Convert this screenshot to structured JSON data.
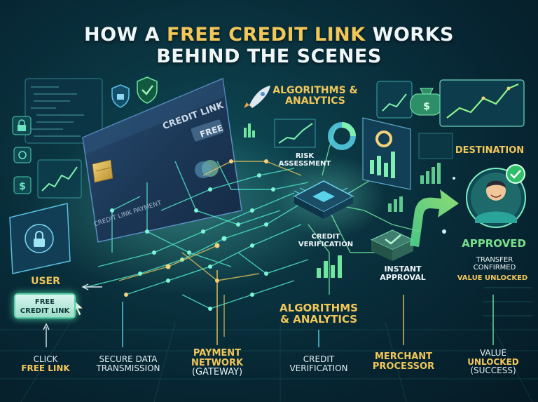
{
  "title": {
    "line1_white_a": "HOW A ",
    "line1_gold": "FREE CREDIT LINK",
    "line1_white_b": " WORKS",
    "line2": "BEHIND THE SCENES"
  },
  "card": {
    "name": "CREDIT LINK",
    "free_tag": "FREE",
    "footer": "CREDIT LINK PAYMENT"
  },
  "top_section": {
    "algorithms_line1": "ALGORITHMS &",
    "algorithms_line2": "ANALYTICS",
    "risk_line1": "RISK",
    "risk_line2": "ASSESSMENT",
    "credit_line1": "CREDIT",
    "credit_line2": "VERIFICATION",
    "instant_line1": "INSTANT",
    "instant_line2": "APPROVAL",
    "destination": "DESTINATION",
    "approved": "APPROVED",
    "transfer_line1": "TRANSFER",
    "transfer_line2": "CONFIRMED",
    "value_unlocked": "VALUE UNLOCKED",
    "user": "USER",
    "free_button_line1": "FREE",
    "free_button_line2": "CREDIT LINK"
  },
  "middle_section": {
    "algorithms_line1": "ALGORITHMS",
    "algorithms_line2": "& ANALYTICS"
  },
  "bottom_steps": {
    "click_line1": "CLICK",
    "click_line2": "FREE LINK",
    "secure_line1": "SECURE DATA",
    "secure_line2": "TRANSMISSION",
    "payment_line1": "PAYMENT",
    "payment_line2": "NETWORK",
    "payment_line3": "(GATEWAY)",
    "credit_line1": "CREDIT",
    "credit_line2": "VERIFICATION",
    "merchant_line1": "MERCHANT",
    "merchant_line2": "PROCESSOR",
    "value_line1": "VALUE",
    "value_line2": "UNLOCKED",
    "value_line3": "(SUCCESS)"
  },
  "icons": [
    "shield-icon",
    "lock-icon",
    "dollar-icon",
    "rocket-icon",
    "chip-icon",
    "money-bag-icon",
    "checkmark-icon",
    "avatar-icon",
    "cursor-icon",
    "bar-chart-icon",
    "pie-chart-icon",
    "line-chart-icon"
  ],
  "colors": {
    "background": "#0a3440",
    "gold": "#f1c75a",
    "green": "#79e08c",
    "teal_glow": "#4fe0c0",
    "white": "#eef6f8"
  }
}
